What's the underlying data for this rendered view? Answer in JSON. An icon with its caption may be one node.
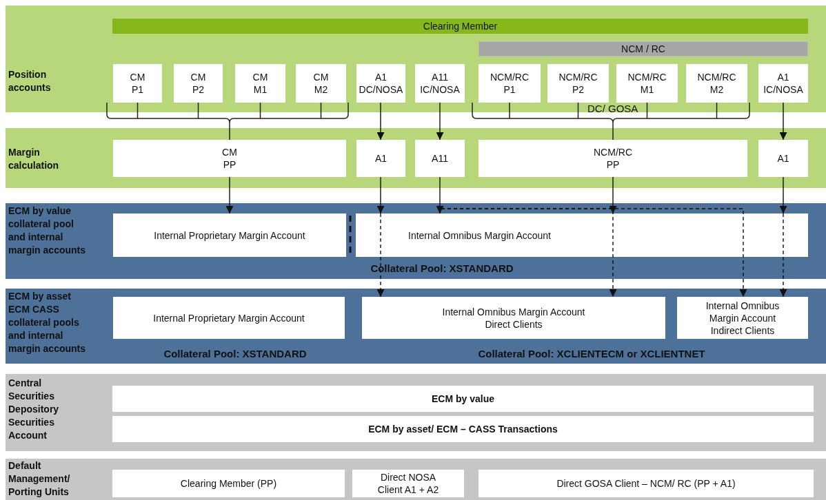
{
  "diagram": {
    "nodes": [
      {
        "text": [
          "Position accounts"
        ]
      },
      {
        "text": [
          "Clearing Member"
        ],
        "in": 0
      },
      {
        "text": [
          "NCM / RC"
        ],
        "in": 0
      },
      {
        "text": [
          "CM P1"
        ],
        "in": 0
      },
      {
        "text": [
          "CM P2"
        ],
        "in": 0
      },
      {
        "text": [
          "CM M1"
        ],
        "in": 0
      },
      {
        "text": [
          "CM M2"
        ],
        "in": 0
      },
      {
        "text": [
          "A1 DC/NOSA"
        ],
        "in": 0
      },
      {
        "text": [
          "A11 IC/NOSA"
        ],
        "in": 0
      },
      {
        "text": [
          "NCM/RC P1"
        ],
        "in": 0
      },
      {
        "text": [
          "NCM/RC P2"
        ],
        "in": 0
      },
      {
        "text": [
          "NCM/RC M1"
        ],
        "in": 0
      },
      {
        "text": [
          "NCM/RC M2"
        ],
        "in": 0
      },
      {
        "text": [
          "A1 IC/NOSA"
        ],
        "in": 0
      },
      {
        "text": [
          "Margin calculation"
        ]
      },
      {
        "text": [
          "CM PP"
        ],
        "in": 14
      },
      {
        "text": [
          "A1"
        ],
        "in": 14
      },
      {
        "text": [
          "A11"
        ],
        "in": 14
      },
      {
        "text": [
          "NCM/RC PP"
        ],
        "in": 14
      },
      {
        "text": [
          "A1"
        ],
        "in": 14
      },
      {
        "text": [
          "ECM by value collateral pool and internal margin accounts",
          "Collateral Pool: XSTANDARD"
        ]
      },
      {
        "text": [
          "Internal Proprietary Margin Account"
        ],
        "in": 20
      },
      {
        "text": [
          "Internal Omnibus Margin Account"
        ],
        "in": 20
      },
      {
        "text": [
          "ECM by asset ECM CASS collateral pools and internal margin accounts",
          "Collateral Pool: XSTANDARD",
          "Collateral Pool: XCLIENTECM or XCLIENTNET"
        ]
      },
      {
        "text": [
          "Internal Proprietary Margin Account"
        ],
        "in": 23
      },
      {
        "text": [
          "Internal Omnibus Margin Account Direct Clients"
        ],
        "in": 23
      },
      {
        "text": [
          "Internal Omnibus Margin Account Indirect Clients"
        ],
        "in": 23
      },
      {
        "text": [
          "Central Securities Depository Securities Account"
        ]
      },
      {
        "text": [
          "ECM by value"
        ],
        "in": 27
      },
      {
        "text": [
          "ECM by asset/ ECM – CASS Transactions"
        ],
        "in": 27
      },
      {
        "text": [
          "Default Management/ Porting Units"
        ]
      },
      {
        "text": [
          "Clearing Member (PP)"
        ],
        "in": 30
      },
      {
        "text": [
          "Direct NOSA Client A1 + A2"
        ],
        "in": 30
      },
      {
        "text": [
          "Direct GOSA Client – NCM/ RC (PP + A1)"
        ],
        "in": 30
      }
    ],
    "edges": [
      {
        "from": 3,
        "to": 15,
        "arrow": "none"
      },
      {
        "from": 4,
        "to": 15,
        "arrow": "none"
      },
      {
        "from": 5,
        "to": 15,
        "arrow": "none"
      },
      {
        "from": 6,
        "to": 15,
        "arrow": "none"
      },
      {
        "from": 7,
        "to": 16,
        "arrow": "to"
      },
      {
        "from": 8,
        "to": 17,
        "arrow": "to"
      },
      {
        "from": 9,
        "to": 18,
        "arrow": "none"
      },
      {
        "from": 10,
        "to": 18,
        "arrow": "none"
      },
      {
        "from": 11,
        "to": 18,
        "arrow": "none"
      },
      {
        "from": 12,
        "to": 18,
        "arrow": "none"
      },
      {
        "from": 13,
        "to": 19,
        "arrow": "to"
      },
      {
        "from": 15,
        "to": 21,
        "arrow": "to"
      },
      {
        "from": 16,
        "to": 22,
        "arrow": "to"
      },
      {
        "from": 17,
        "to": 22,
        "arrow": "to"
      },
      {
        "from": 18,
        "to": 22,
        "arrow": "to"
      },
      {
        "from": 19,
        "to": 22,
        "arrow": "to"
      },
      {
        "from": 22,
        "to": 25,
        "arrow": "to",
        "style": "dashed"
      },
      {
        "from": 22,
        "to": 25,
        "arrow": "to",
        "style": "dashed"
      },
      {
        "from": 22,
        "to": 26,
        "arrow": "to",
        "style": "dashed"
      },
      {
        "from": 22,
        "to": 26,
        "arrow": "to",
        "style": "dashed"
      }
    ],
    "labels": [
      "DC/ GOSA"
    ]
  }
}
